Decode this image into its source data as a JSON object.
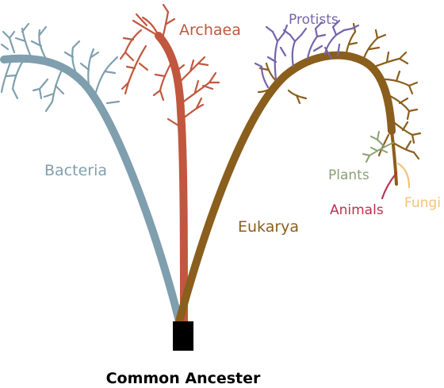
{
  "labels": {
    "bacteria": "Bacteria",
    "archaea": "Archaea",
    "eukarya": "Eukarya",
    "protists": "Protists",
    "plants": "Plants",
    "animals": "Animals",
    "fungi": "Fungi",
    "root": "Common Ancester"
  },
  "colors": {
    "bacteria": "#7f9fae",
    "archaea": "#c0573e",
    "eukarya": "#8a5e1c",
    "protists": "#7565ab",
    "plants": "#8a9f70",
    "animals": "#b8334f",
    "fungi": "#f3c27a",
    "root": "#000000"
  }
}
